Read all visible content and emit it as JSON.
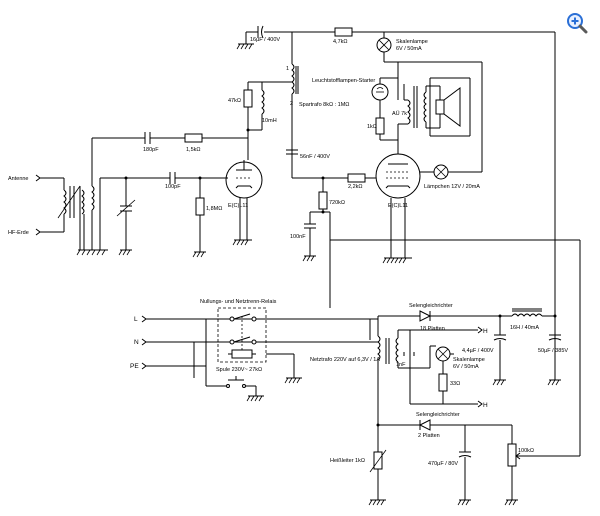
{
  "labels": {
    "cap_top": "16µF / 400V",
    "res_top": "4,7kΩ",
    "lamp_top": "Skalenlampe",
    "lamp_top_rating": "6V / 50mA",
    "starter": "Leuchtstofflampen-Starter",
    "spartrafo": "Spartrafo 8kΩ : 1MΩ",
    "res_47k": "47kΩ",
    "coil_10mh": "10mH",
    "res_1k": "1kΩ",
    "au7k": "AÜ 7k",
    "cap_180p": "180pF",
    "res_15k": "1,5kΩ",
    "cap_56n": "56nF / 400V",
    "antenne": "Antenne",
    "cap_100p": "100pF",
    "res_22k": "2,2kΩ",
    "lamp_12v": "Lämpchen 12V / 20mA",
    "tube_ecl11_a": "E(C)L11",
    "tube_ecl11_b": "E(C)L11",
    "res_18m": "1,8MΩ",
    "res_720k": "720kΩ",
    "hf_erde": "HF-Erde",
    "cap_100n": "100nF",
    "relay_title": "Nullungs- und Netztrenn-Relais",
    "selen1": "Selengleichrichter",
    "selen1_plates": "18 Platten",
    "L": "L",
    "N": "N",
    "PE": "PE",
    "choke": "16H / 40mA",
    "spule": "Spule 230V~ 27kΩ",
    "netztrafo": "Netztrafo 220V auf 6,3V / 1A",
    "cap_1nf": "1nF",
    "lamp_bottom": "Skalenlampe",
    "lamp_bottom_rating": "6V / 50mA",
    "cap_44u": "4,4µF / 400V",
    "cap_50u": "50µF / 385V",
    "res_33": "33Ω",
    "H1": "H",
    "H2": "H",
    "selen2": "Selengleichrichter",
    "selen2_plates": "2 Platten",
    "heissleiter": "Heißleiter 1kΩ",
    "cap_470u": "470µF / 80V",
    "pot_100k": "100kΩ",
    "num_1": "1",
    "num_2": "2"
  },
  "ui": {
    "zoom_icon": "magnifier-plus-icon",
    "zoom_color": "#2a6fd6"
  }
}
